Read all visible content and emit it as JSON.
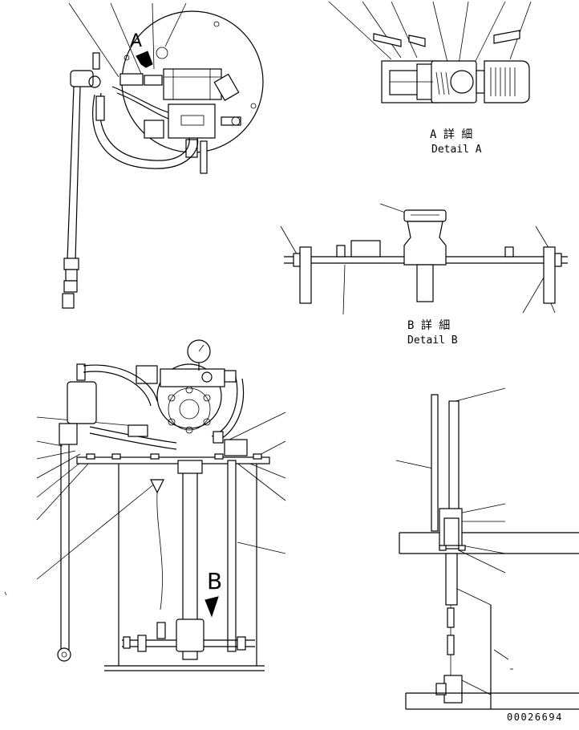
{
  "labels": {
    "view_a_letter": "A",
    "view_b_letter": "B",
    "detail_a_jp": "A 詳 細",
    "detail_a_en": "Detail A",
    "detail_b_jp": "B 詳 細",
    "detail_b_en": "Detail B",
    "drawing_number": "00026694"
  }
}
